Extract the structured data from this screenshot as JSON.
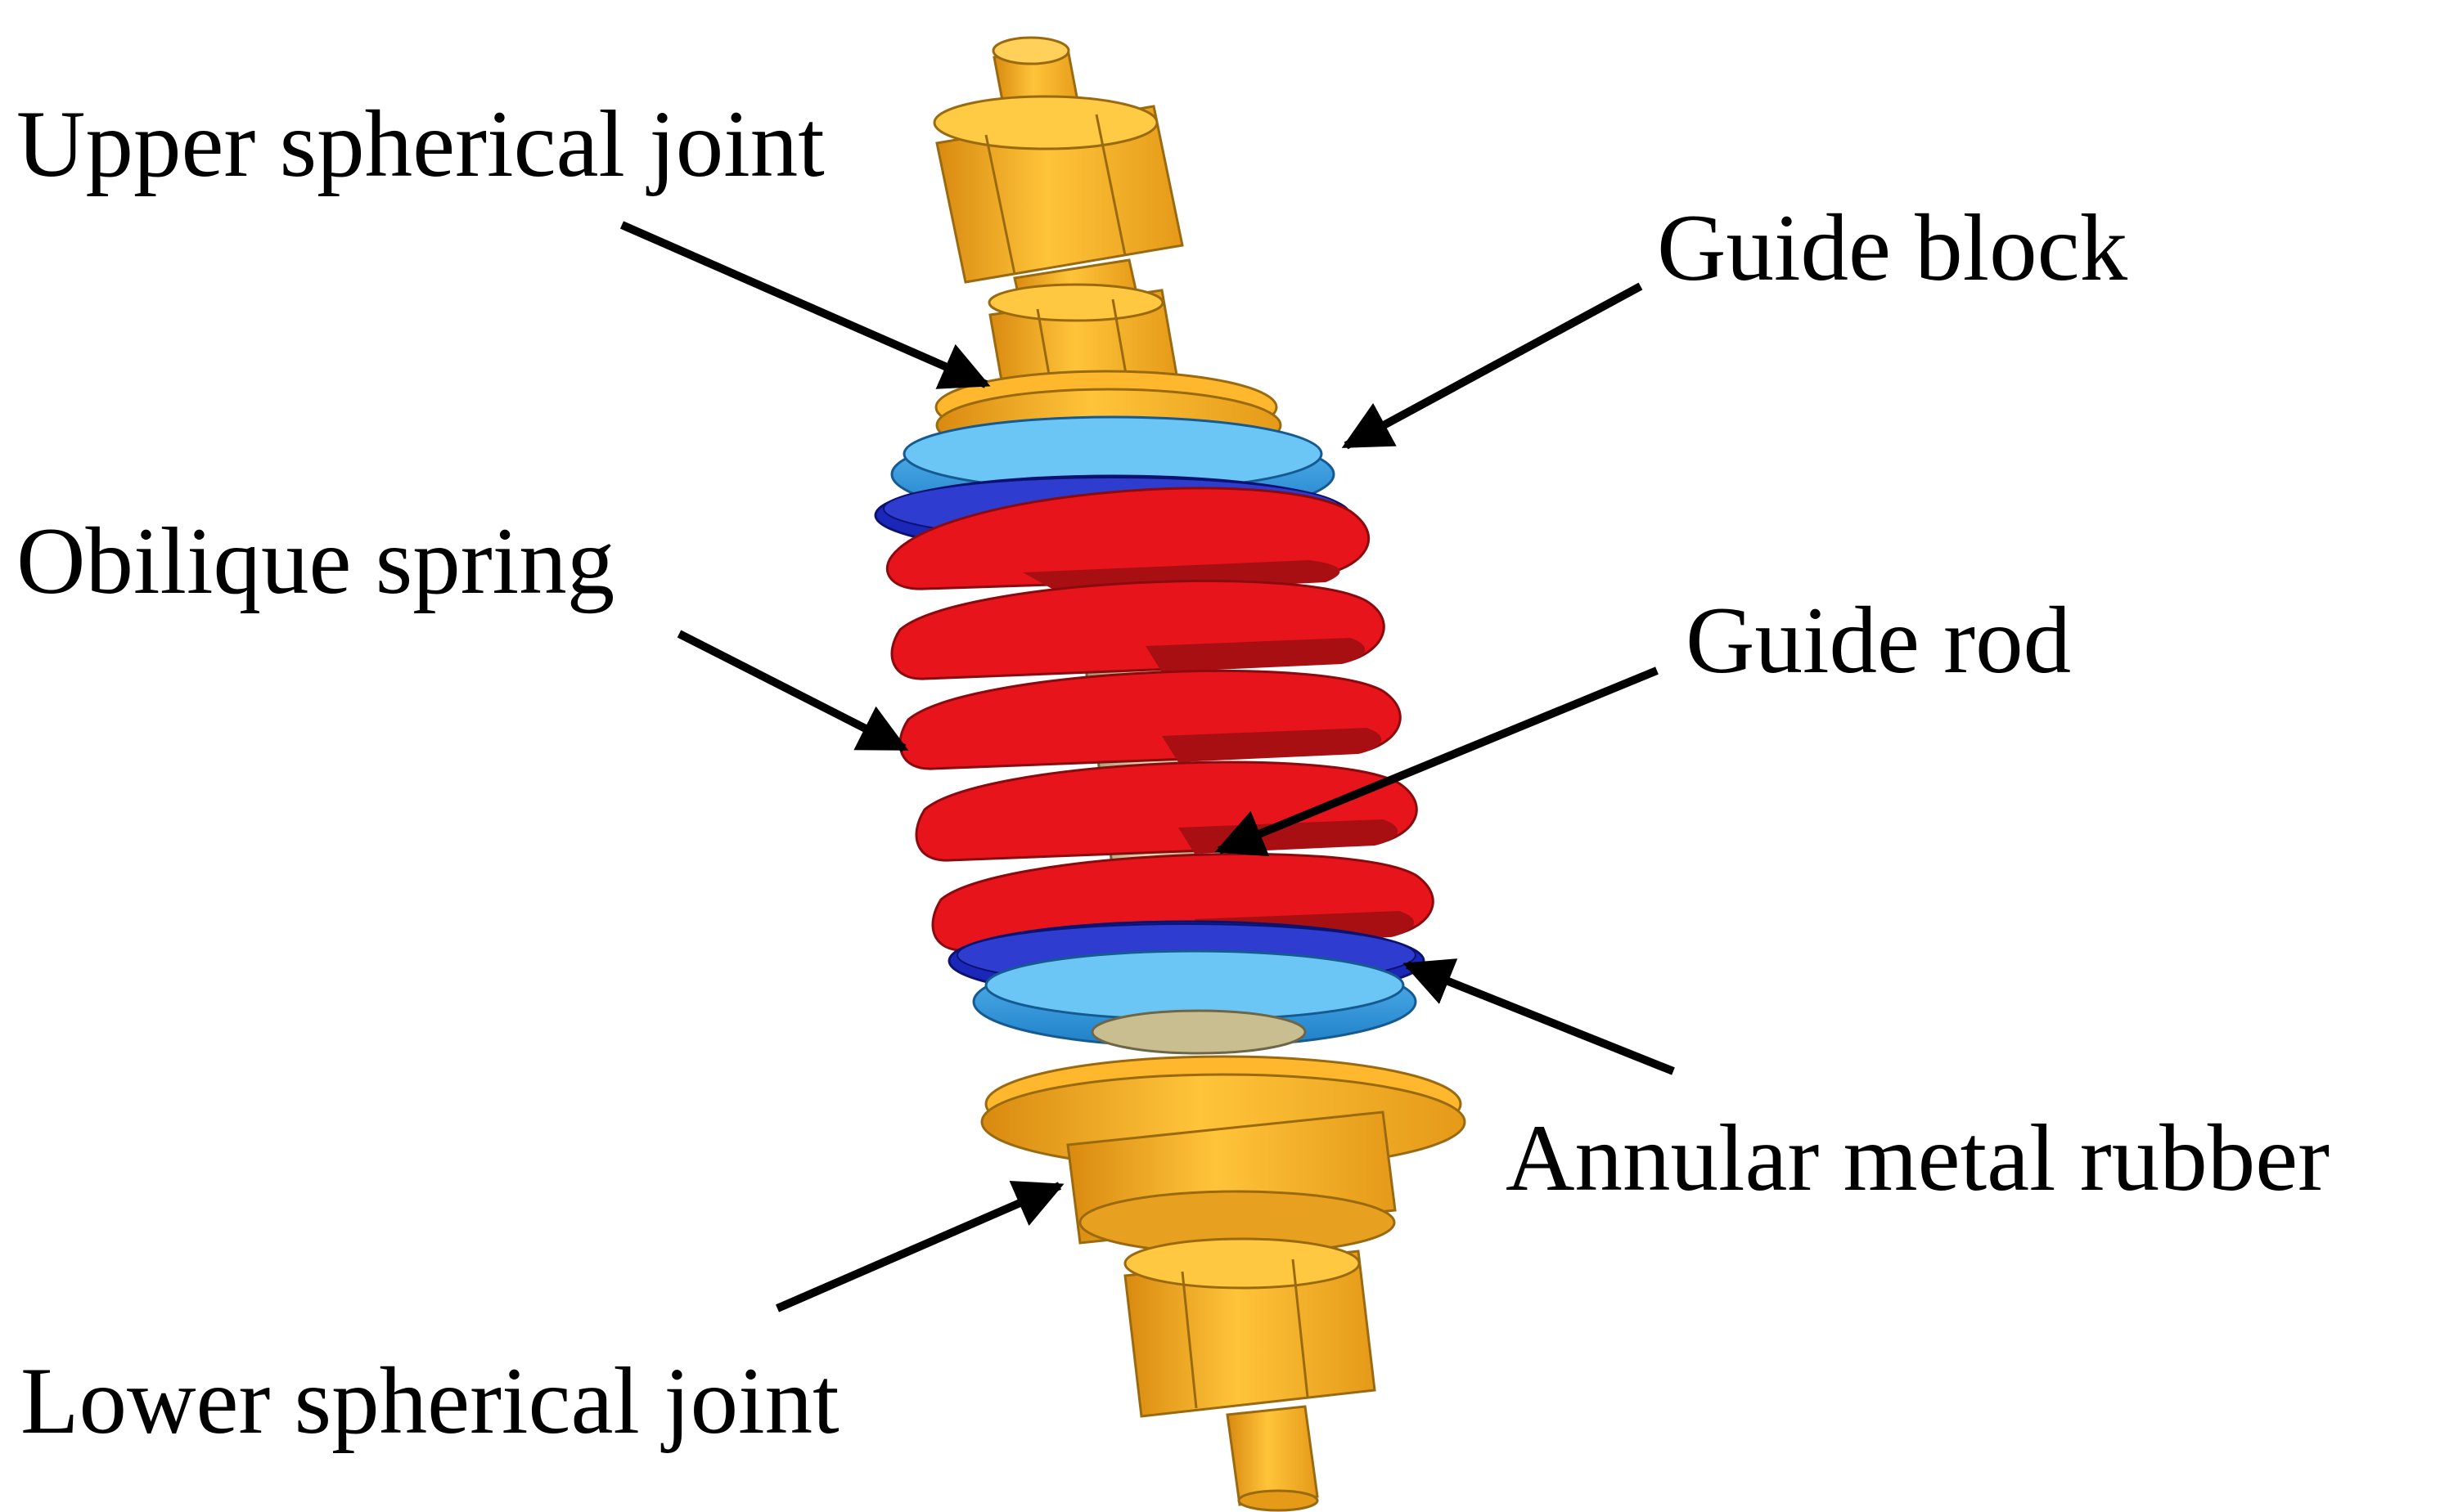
{
  "labels": {
    "upper_spherical_joint": "Upper spherical joint",
    "guide_block": "Guide block",
    "obilique_spring": "Obilique spring",
    "guide_rod": "Guide rod",
    "annular_metal_rubber": "Annular metal rubber",
    "lower_spherical_joint": "Lower spherical joint"
  },
  "colors": {
    "joint_orange": "#F5A623",
    "spring_red": "#E8141B",
    "block_blue": "#2E9BE0",
    "rubber_dark_blue": "#1A27B8",
    "rod_khaki": "#C9BE8F",
    "arrow": "#000000",
    "background": "#FFFFFF"
  }
}
